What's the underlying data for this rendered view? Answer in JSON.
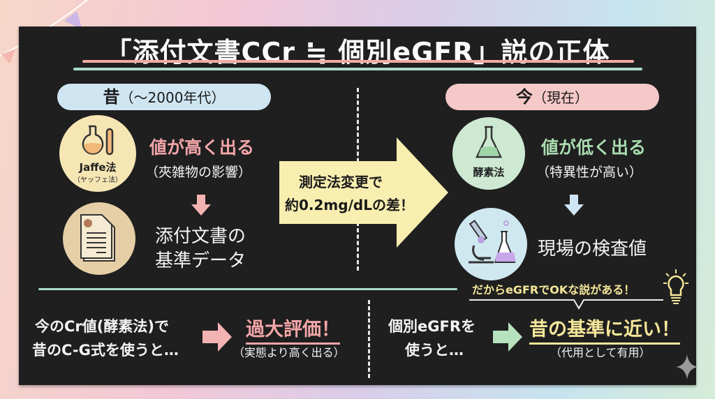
{
  "title": "「添付文書CCr ≒ 個別eGFR」説の正体",
  "colors": {
    "board": "#1f1f1f",
    "pink": "#f4b3b3",
    "blue": "#cfe6f2",
    "yellow": "#f8eeb0",
    "green": "#b7e2be"
  },
  "past": {
    "header_main": "昔",
    "header_sub": "（～2000年代）",
    "method_label": "Jaffe法",
    "method_reading": "（ヤッフェ法）",
    "result": "値が高く出る",
    "reason": "（夾雑物の影響）",
    "outcome_line1": "添付文書の",
    "outcome_line2": "基準データ"
  },
  "transition": {
    "line1": "測定法変更で",
    "line2": "約0.2mg/dLの差！"
  },
  "present": {
    "header_main": "今",
    "header_sub": "（現在）",
    "method_label": "酵素法",
    "result": "値が低く出る",
    "reason": "（特異性が高い）",
    "outcome": "現場の検査値"
  },
  "bottom": {
    "left_line1": "今のCr値(酵素法)で",
    "left_line2": "昔のC-G式を使うと…",
    "left_result": "過大評価！",
    "left_result_note": "（実態より高く出る）",
    "callout": "だからeGFRでOKな説がある！",
    "right_line1": "個別eGFRを",
    "right_line2": "使うと…",
    "right_result": "昔の基準に近い！",
    "right_result_note": "（代用として有用）"
  }
}
